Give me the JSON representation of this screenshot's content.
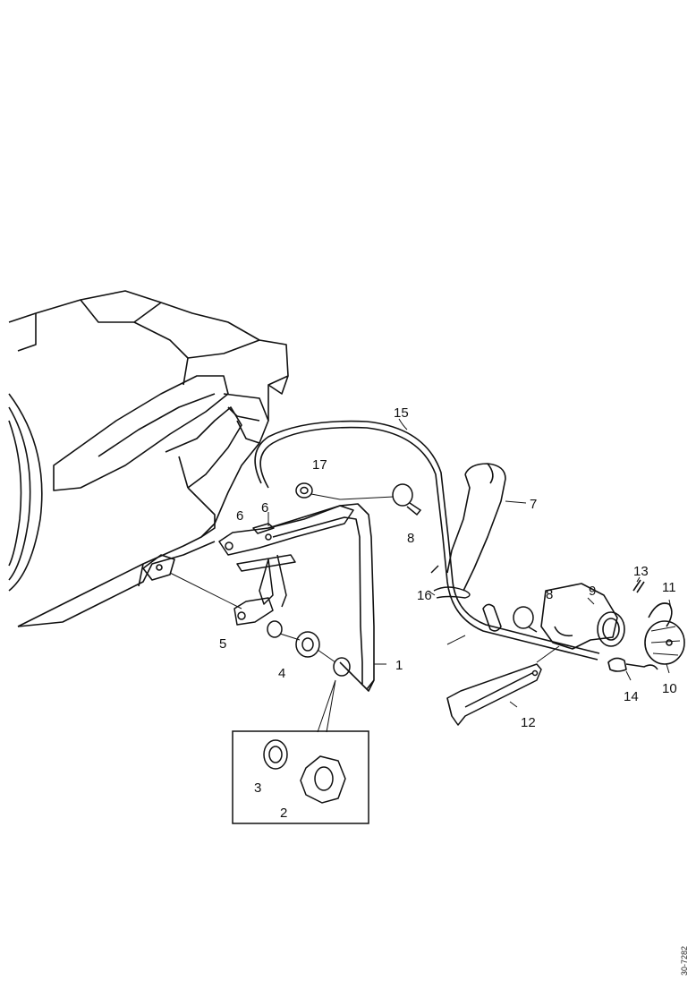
{
  "callouts": {
    "c1": "1",
    "c2": "2",
    "c3": "3",
    "c4": "4",
    "c5": "5",
    "c6": "6",
    "c6b": "6",
    "c7": "7",
    "c8": "8",
    "c8b": "8",
    "c9": "9",
    "c10": "10",
    "c11": "11",
    "c12": "12",
    "c13": "13",
    "c14": "14",
    "c15": "15",
    "c16": "16",
    "c17": "17"
  },
  "drawing_code": "30-7282"
}
